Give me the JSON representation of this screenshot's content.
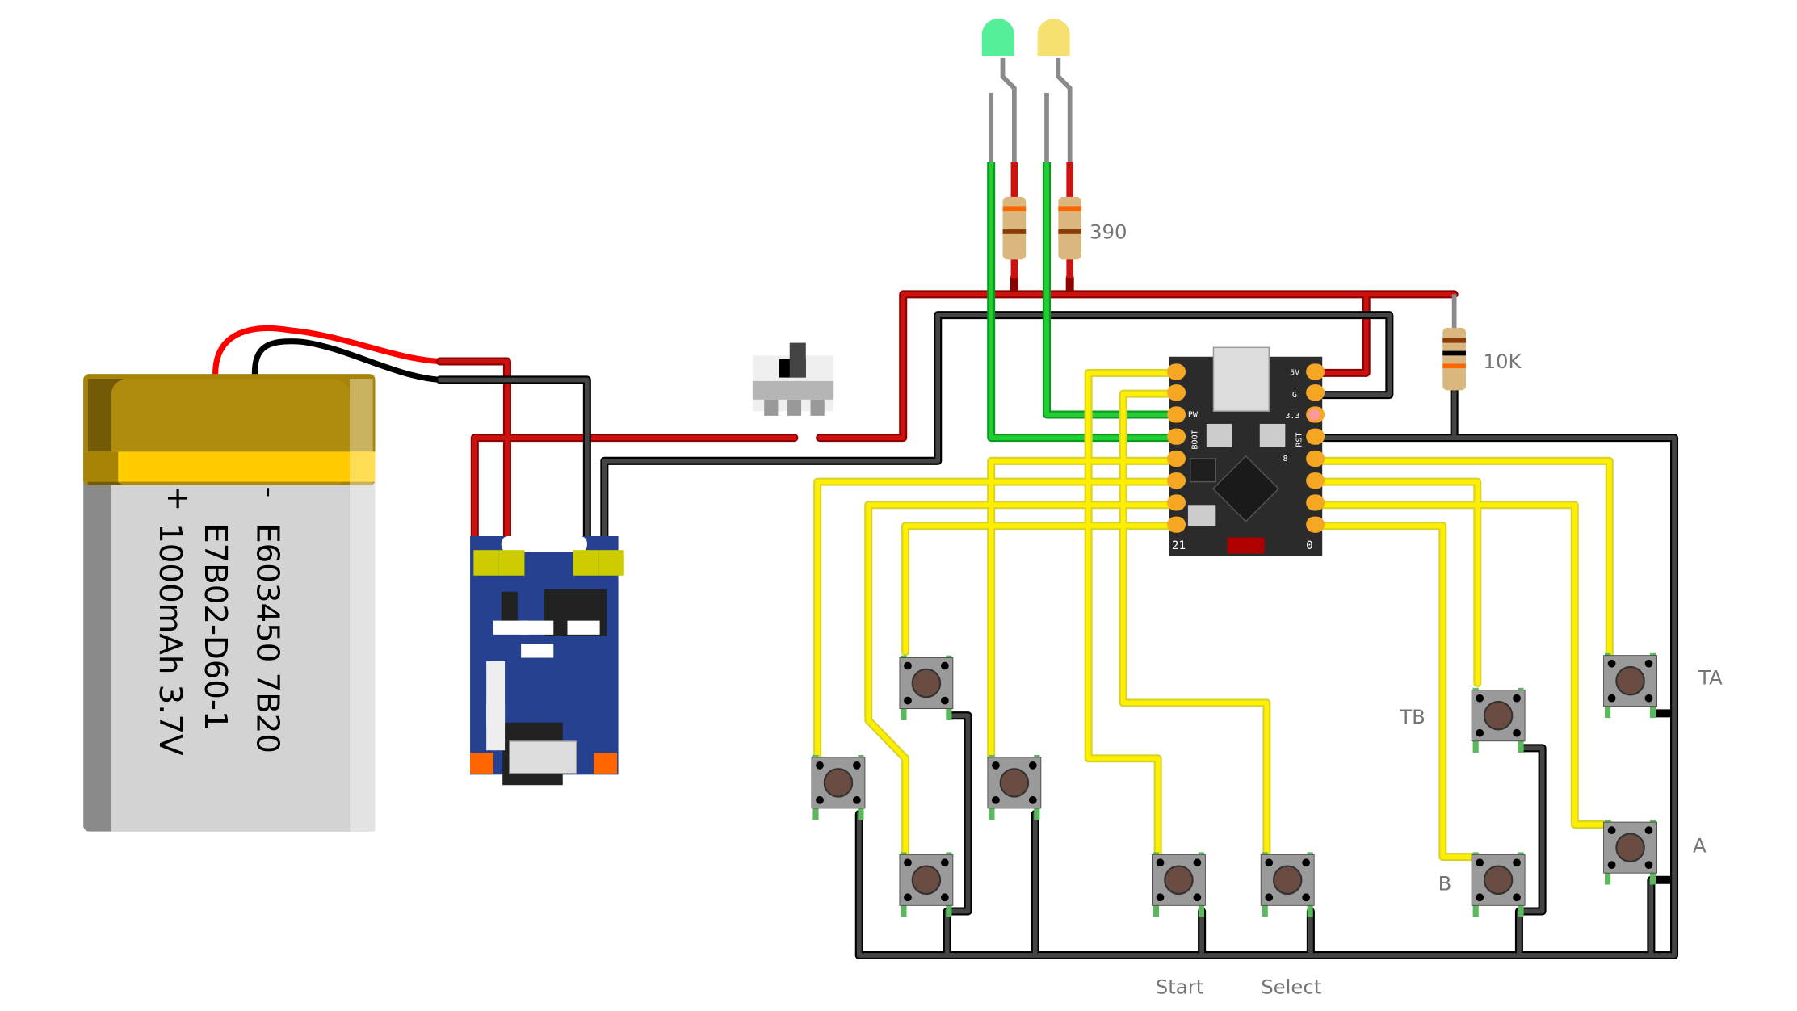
{
  "diagram": {
    "type": "breadboard-wiring",
    "battery": {
      "minus_label": "-",
      "plus_label": "+",
      "line1": "E603450 7B20",
      "line2": "E7B02-D60-1",
      "line3": "1000mAh 3.7V"
    },
    "resistors": {
      "led_resistor_label": "390",
      "pullup_label": "10K"
    },
    "board": {
      "pin_5v": "5V",
      "pin_g": "G",
      "pin_33": "3.3",
      "pin_rst": "RST",
      "pin_pw": "PW",
      "pin_boot": "BOOT",
      "pin_21": "21",
      "pin_0": "0",
      "pin_8": "8"
    },
    "buttons": {
      "start": "Start",
      "select": "Select",
      "tb": "TB",
      "b": "B",
      "ta": "TA",
      "a": "A"
    },
    "leds": [
      "green",
      "yellow"
    ],
    "colors": {
      "wire_red": "#cc1111",
      "wire_black": "#333333",
      "wire_yellow": "#ffee00",
      "wire_green": "#22cc33",
      "board": "#2b2b2b",
      "charger": "#26418f",
      "battery_gold": "#b08c0e",
      "battery_band": "#ffcc00",
      "battery_body": "#d3d3d3"
    }
  }
}
